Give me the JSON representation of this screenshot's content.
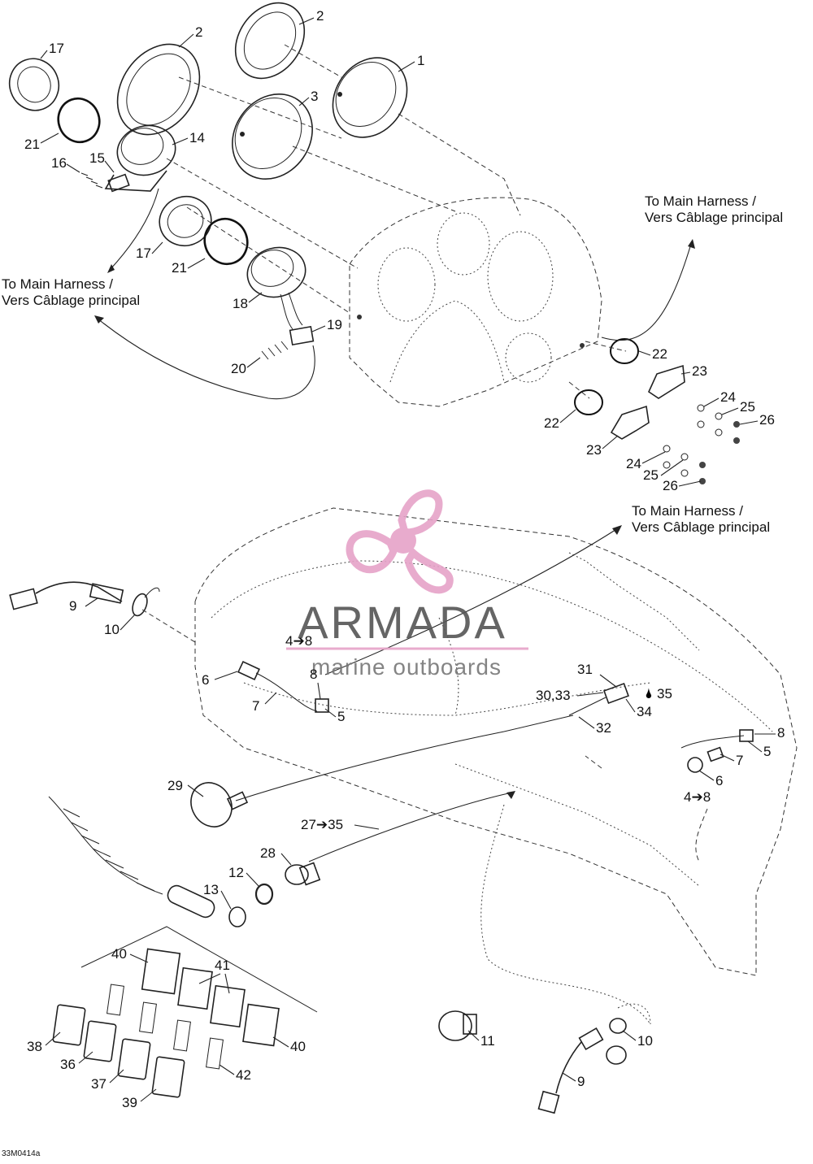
{
  "diagram": {
    "watermark": {
      "brand": "ARMADA",
      "tagline": "marine outboards",
      "brand_color": "#e6a3c8"
    },
    "harness_notes": [
      {
        "id": "note-upper-right",
        "line1": "To Main Harness /",
        "line2": "Vers Câblage principal"
      },
      {
        "id": "note-upper-left",
        "line1": "To Main Harness /",
        "line2": "Vers Câblage principal"
      },
      {
        "id": "note-middle-right",
        "line1": "To Main Harness /",
        "line2": "Vers Câblage principal"
      }
    ],
    "callouts": [
      "1",
      "2",
      "2",
      "3",
      "17",
      "21",
      "14",
      "15",
      "16",
      "17",
      "21",
      "18",
      "19",
      "20",
      "22",
      "22",
      "23",
      "23",
      "24",
      "24",
      "25",
      "25",
      "26",
      "26",
      "4➔8",
      "9",
      "10",
      "6",
      "7",
      "8",
      "5",
      "31",
      "30,33",
      "35",
      "34",
      "32",
      "8",
      "5",
      "7",
      "6",
      "4➔8",
      "29",
      "27➔35",
      "28",
      "12",
      "13",
      "40",
      "41",
      "38",
      "36",
      "37",
      "39",
      "42",
      "40",
      "11",
      "10",
      "9"
    ],
    "figure_code": "33M0414a",
    "lube_symbol": "🌢"
  }
}
